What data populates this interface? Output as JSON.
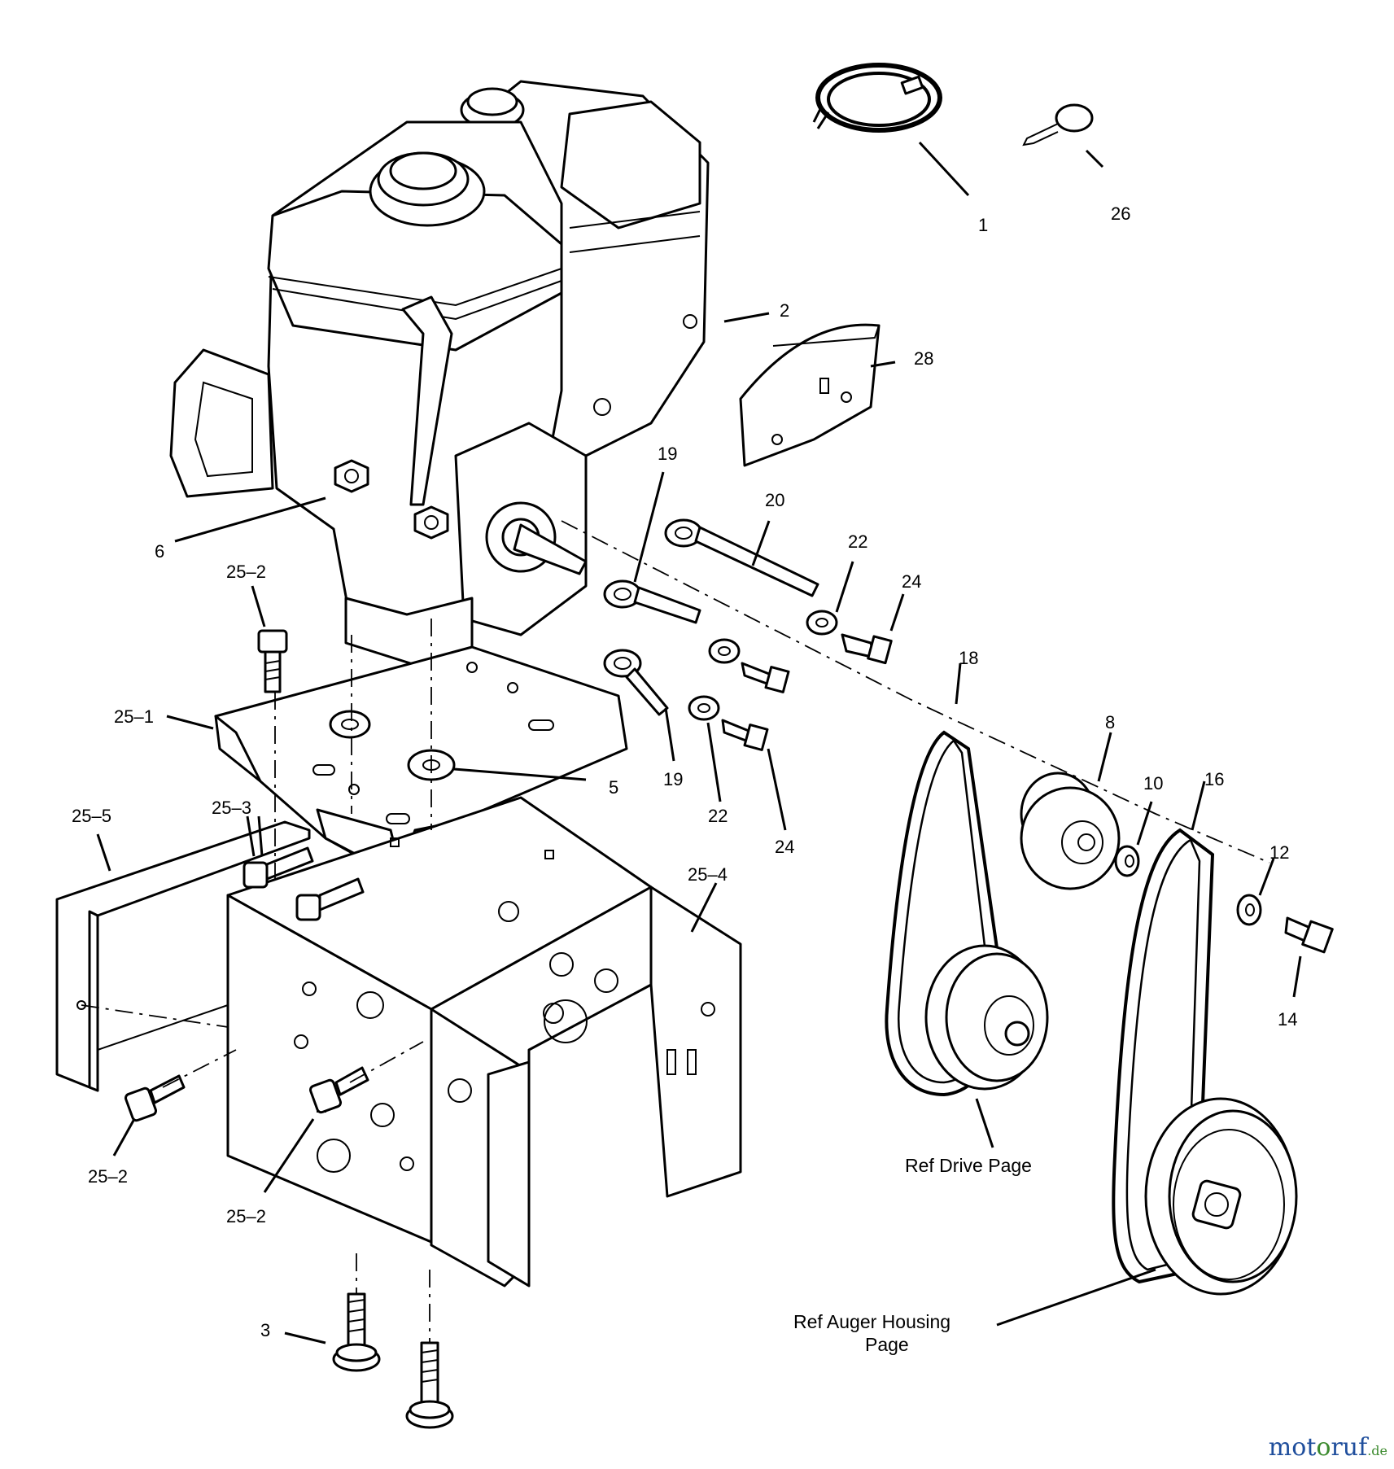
{
  "labels": {
    "l1": "1",
    "l26": "26",
    "l2": "2",
    "l28": "28",
    "l19a": "19",
    "l20": "20",
    "l22a": "22",
    "l24a": "24",
    "l6": "6",
    "l25_2a": "25–2",
    "l18": "18",
    "l8": "8",
    "l10": "10",
    "l16": "16",
    "l25_1": "25–1",
    "l5": "5",
    "l19b": "19",
    "l22b": "22",
    "l24b": "24",
    "l25_5": "25–5",
    "l25_3": "25–3",
    "l25_4": "25–4",
    "l12": "12",
    "l14": "14",
    "l25_2b": "25–2",
    "l25_2c": "25–2",
    "l3": "3",
    "ref_drive": "Ref  Drive Page",
    "ref_auger_1": "Ref  Auger Housing",
    "ref_auger_2": "Page"
  },
  "watermark": {
    "a": "m",
    "b": "o",
    "c": "t",
    "d": "o",
    "e": "ruf",
    "f": ".de"
  },
  "colors": {
    "line": "#000000",
    "background": "#ffffff",
    "watermark_blue": "#1f4e9c",
    "watermark_green": "#3c8a2e"
  }
}
